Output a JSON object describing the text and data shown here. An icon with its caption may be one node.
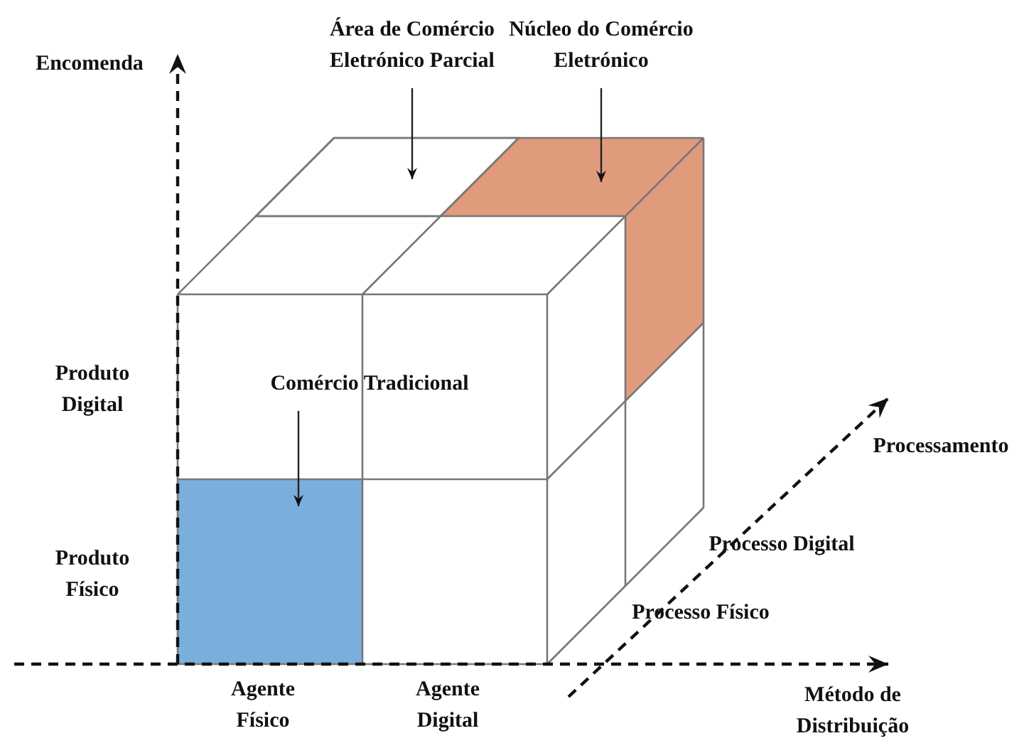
{
  "diagram": {
    "nodes": [
      {
        "text": [
          "Área de Comércio Eletrónico Parcial"
        ]
      },
      {
        "text": [
          "Núcleo do Comércio Eletrónico"
        ]
      },
      {
        "text": [
          "Comércio Tradicional"
        ]
      },
      {
        "text": [],
        "shape": "box"
      },
      {
        "text": [],
        "shape": "box"
      },
      {
        "text": [],
        "shape": "box"
      }
    ],
    "edges": [
      {
        "from": 0,
        "to": 3,
        "arrow": "to"
      },
      {
        "from": 1,
        "to": 4,
        "arrow": "to"
      },
      {
        "from": 2,
        "to": 5,
        "arrow": "to"
      }
    ],
    "labels": [
      "Encomenda",
      "Produto Digital",
      "Produto Físico",
      "Agente Físico",
      "Agente Digital",
      "Método de Distribuição",
      "Processamento",
      "Processo Digital",
      "Processo Físico"
    ]
  }
}
